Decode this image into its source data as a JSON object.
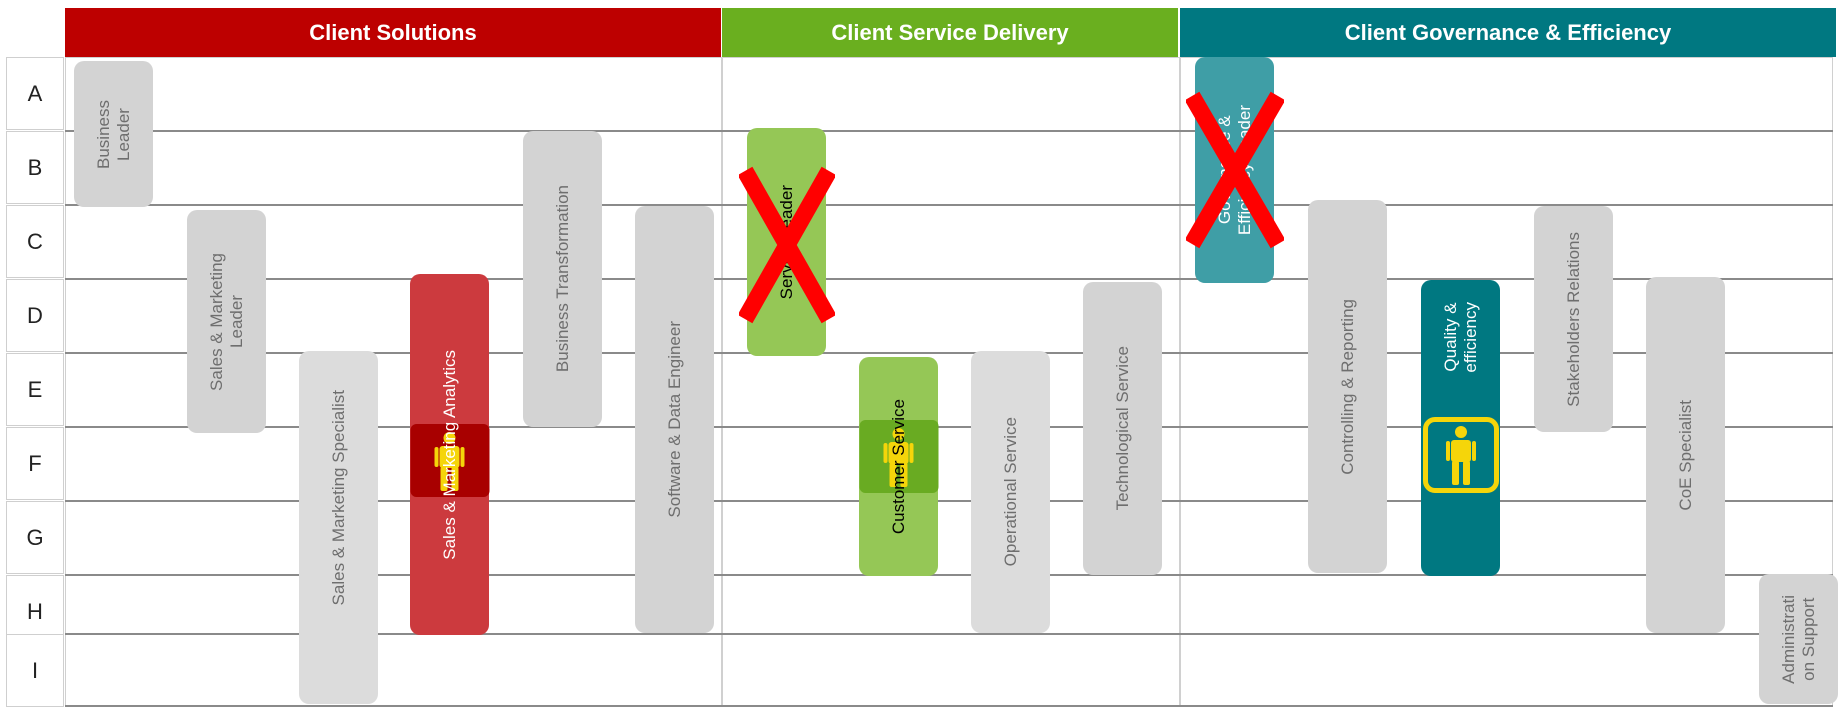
{
  "headers": [
    {
      "label": "Client Solutions",
      "color": "#bd0000"
    },
    {
      "label": "Client Service Delivery",
      "color": "#6aaf1f"
    },
    {
      "label": "Client Governance & Efficiency",
      "color": "#007881"
    }
  ],
  "rows": [
    "A",
    "B",
    "C",
    "D",
    "E",
    "F",
    "G",
    "H",
    "I"
  ],
  "roles": {
    "business_leader": "Business\nLeader",
    "sales_marketing_leader": "Sales & Marketing\nLeader",
    "sales_marketing_specialist": "Sales & Marketing Specialist",
    "sales_marketing_analytics": "Sales & Marketing Analytics",
    "business_transformation": "Business Transformation",
    "software_data_engineer": "Software & Data Engineer",
    "service_leader": "Service Leader",
    "customer_service": "Customer Service",
    "operational_service": "Operational Service",
    "technological_service": "Technological Service",
    "governance_leader": "Governance &\nEfficiency Leader",
    "controlling_reporting": "Controlling & Reporting",
    "quality_efficiency": "Quality &\nefficiency",
    "stakeholders_relations": "Stakeholders Relations",
    "coe_specialist": "CoE Specialist",
    "administration_support": "Administrati\non Support"
  },
  "colors": {
    "red_role": "#cc3a3e",
    "red_dark": "#a00000",
    "green_role": "#95c756",
    "green_dark": "#69ab22",
    "teal_role": "#007881",
    "teal_faded": "#3f9ea6",
    "person_yellow": "#f5d50a",
    "cross_red": "#ff0000"
  }
}
